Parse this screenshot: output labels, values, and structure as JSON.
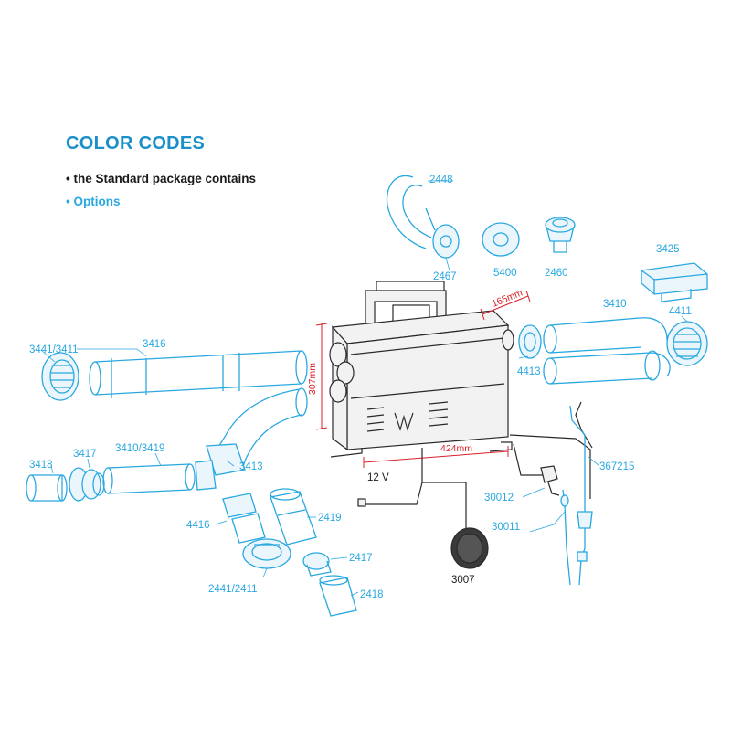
{
  "legend": {
    "title": "COLOR CODES",
    "standard": "• the Standard package contains",
    "options": "• Options"
  },
  "colors": {
    "options_blue": "#29a8e0",
    "heading_blue": "#1a8fc9",
    "standard_black": "#1a1a1a",
    "dimension_red": "#d9202a"
  },
  "dimensions": {
    "depth": "165mm",
    "height": "307mm",
    "width": "424mm"
  },
  "labels": {
    "p2448": "2448",
    "p2467": "2467",
    "p5400": "5400",
    "p2460": "2460",
    "p3425": "3425",
    "p3410_right": "3410",
    "p4411": "4411",
    "p4413": "4413",
    "p3441_3411": "3441/3411",
    "p3416": "3416",
    "p3418": "3418",
    "p3417": "3417",
    "p3410_3419": "3410/3419",
    "p3413": "3413",
    "p4416": "4416",
    "p2419": "2419",
    "p2441_2411": "2441/2411",
    "p2417": "2417",
    "p2418": "2418",
    "p12v": "12 V",
    "p3007": "3007",
    "p30012": "30012",
    "p30011": "30011",
    "p367215": "367215"
  }
}
